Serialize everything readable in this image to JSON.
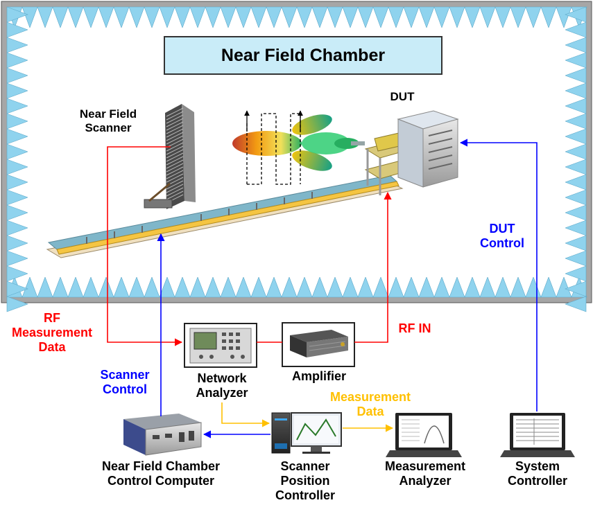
{
  "diagram": {
    "chamber_title": "Near Field Chamber",
    "labels": {
      "dut": "DUT",
      "near_field_scanner": "Near Field\nScanner",
      "dut_control": "DUT\nControl",
      "rf_measurement_data": "RF\nMeasurement\nData",
      "rf_in": "RF IN",
      "scanner_control": "Scanner\nControl",
      "network_analyzer": "Network\nAnalyzer",
      "amplifier": "Amplifier",
      "measurement_data": "Measurement\nData",
      "chamber_control_computer": "Near Field Chamber\nControl Computer",
      "scanner_position_controller": "Scanner\nPosition\nController",
      "measurement_analyzer": "Measurement\nAnalyzer",
      "system_controller": "System\nController"
    },
    "colors": {
      "rf_signal": "#ff0000",
      "control_signal": "#0000ff",
      "data_signal": "#ffc000",
      "absorber": "#8fd3ee",
      "title_fill": "#c9ecf8"
    }
  }
}
